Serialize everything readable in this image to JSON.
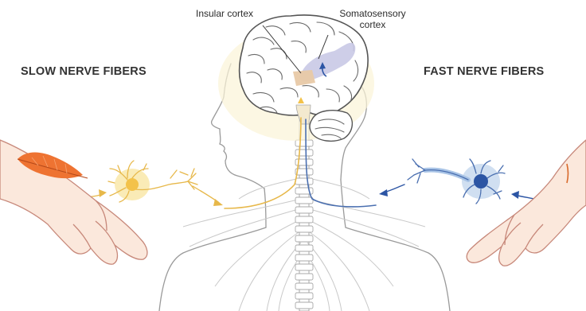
{
  "labels": {
    "insular": "Insular cortex",
    "somato_line1": "Somatosensory",
    "somato_line2": "cortex",
    "slow": "SLOW NERVE FIBERS",
    "fast": "FAST NERVE FIBERS"
  },
  "colors": {
    "outline": "#8e8e8e",
    "brain_outline": "#555555",
    "slow_signal": "#e7b84a",
    "slow_glow": "#f6de86",
    "fast_signal": "#4a6fb0",
    "fast_glow": "#a9c4e6",
    "insula_fill": "#e8c9a6",
    "somato_fill": "#c9c9e6",
    "feather": "#ee7332",
    "skin": "#fbe8dc",
    "skin_outline": "#c7887a"
  },
  "icons": {
    "feather": "feather-icon",
    "slow_neuron": "slow-neuron-icon",
    "fast_neuron": "fast-neuron-icon"
  }
}
